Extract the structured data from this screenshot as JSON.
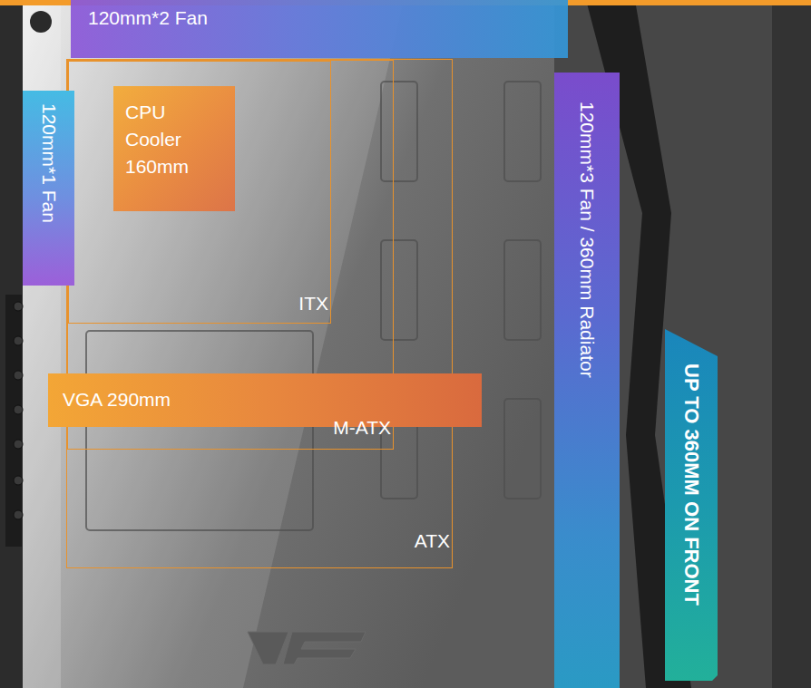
{
  "diagram": {
    "nodes": [
      {
        "text": [
          "120mm*2 Fan"
        ]
      },
      {
        "text": [
          "ATX"
        ]
      },
      {
        "text": [
          "M-ATX"
        ],
        "in": 1
      },
      {
        "text": [
          "ITX"
        ],
        "in": 2
      },
      {
        "text": [
          "CPU Cooler 160mm"
        ],
        "in": 3
      },
      {
        "text": [
          "120mm*1 Fan"
        ]
      },
      {
        "text": [
          "VGA 290mm"
        ]
      },
      {
        "text": [
          "120mm*3 Fan / 360mm Radiator"
        ]
      },
      {
        "text": [
          "UP TO 360MM ON FRONT"
        ]
      }
    ]
  }
}
